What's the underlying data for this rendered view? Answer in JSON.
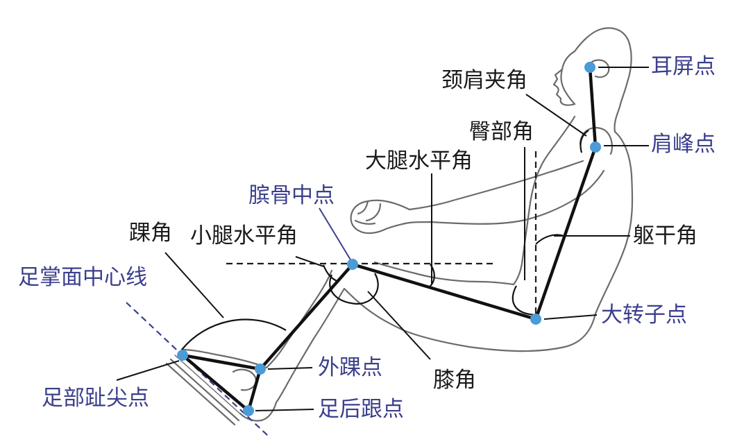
{
  "colors": {
    "outline": "#6b6b6b",
    "skeleton": "#111111",
    "landmark_dot": "#4a9bd6",
    "dashed_reference": "#3b3f8c",
    "angle_label": "#1a1a1a",
    "point_label": "#3b3f8c"
  },
  "labels": {
    "ear_tragion": "耳屏点",
    "neck_shoulder_angle": "颈肩夹角",
    "hip_angle": "臀部角",
    "acromion": "肩峰点",
    "thigh_horizontal_angle": "大腿水平角",
    "patella_midpoint": "膑骨中点",
    "trunk_angle": "躯干角",
    "ankle_angle": "踝角",
    "shank_horizontal_angle": "小腿水平角",
    "sole_center_line": "足掌面中心线",
    "greater_trochanter": "大转子点",
    "lateral_malleolus": "外踝点",
    "knee_angle": "膝角",
    "toe_tip": "足部趾尖点",
    "heel_point": "足后跟点"
  }
}
